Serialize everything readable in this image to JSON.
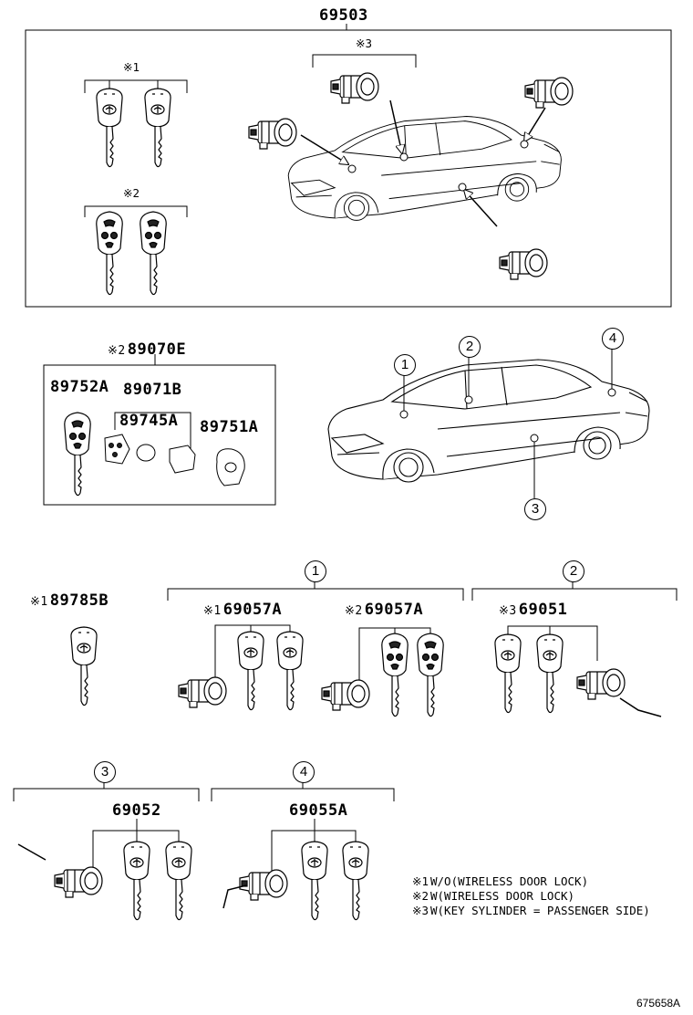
{
  "top_assembly": {
    "part_number": "69503",
    "group_marks": {
      "g1": "※1",
      "g2": "※2",
      "g3": "※3"
    }
  },
  "transmitter": {
    "mark": "※2",
    "part_number": "89070E"
  },
  "transmitter_parts": {
    "key": "89752A",
    "housing": "89071B",
    "battery_cover": "89745A",
    "cover_plate": "89751A"
  },
  "car_callouts": [
    "1",
    "2",
    "3",
    "4"
  ],
  "sections": {
    "key_blank": {
      "mark": "※1",
      "part_number": "89785B"
    },
    "s1": {
      "callout": "1",
      "left": {
        "mark": "※1",
        "part_number": "69057A"
      },
      "right": {
        "mark": "※2",
        "part_number": "69057A"
      }
    },
    "s2": {
      "callout": "2",
      "mark": "※3",
      "part_number": "69051"
    },
    "s3": {
      "callout": "3",
      "part_number": "69052"
    },
    "s4": {
      "callout": "4",
      "part_number": "69055A"
    }
  },
  "notes": [
    {
      "mark": "※1",
      "text": "W/O(WIRELESS DOOR LOCK)"
    },
    {
      "mark": "※2",
      "text": "W(WIRELESS DOOR LOCK)"
    },
    {
      "mark": "※3",
      "text": "W(KEY SYLINDER = PASSENGER SIDE)"
    }
  ],
  "diagram_code": "675658A"
}
